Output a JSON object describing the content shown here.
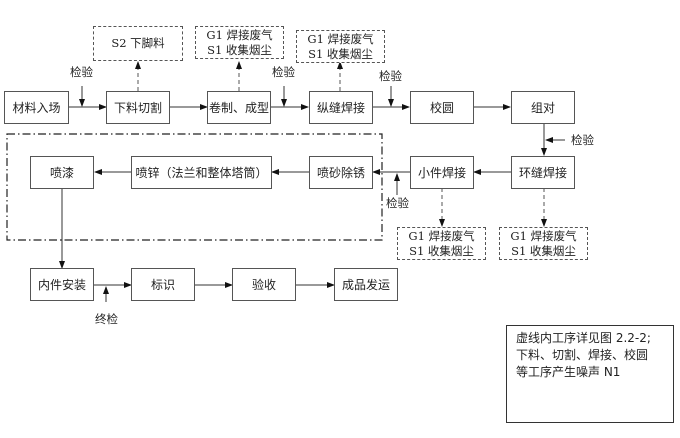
{
  "process_steps": {
    "material_in": "材料入场",
    "cutting": "下料切割",
    "rolling": "卷制、成型",
    "longitudinal_welding": "纵缝焊接",
    "rounding": "校圆",
    "assembly": "组对",
    "circumferential_welding": "环缝焊接",
    "small_part_welding": "小件焊接",
    "sandblasting": "喷砂除锈",
    "zinc_spraying": "喷锌（法兰和整体塔筒）",
    "painting": "喷漆",
    "internal_installation": "内件安装",
    "marking": "标识",
    "acceptance": "验收",
    "shipping": "成品发运"
  },
  "emissions": {
    "cutting": [
      "S2 下脚料"
    ],
    "rolling": [
      "G1 焊接废气",
      "S1 收集烟尘"
    ],
    "longitudinal_welding": [
      "G1 焊接废气",
      "S1 收集烟尘"
    ],
    "small_part_welding": [
      "G1 焊接废气",
      "S1 收集烟尘"
    ],
    "circumferential_welding": [
      "G1 焊接废气",
      "S1 收集烟尘"
    ]
  },
  "inspection_labels": {
    "inspect": "检验",
    "final_inspect": "终检"
  },
  "note": {
    "lines": [
      "虚线内工序详见图 2.2-2;",
      "下料、切割、焊接、校圆",
      "等工序产生噪声 N1"
    ]
  }
}
